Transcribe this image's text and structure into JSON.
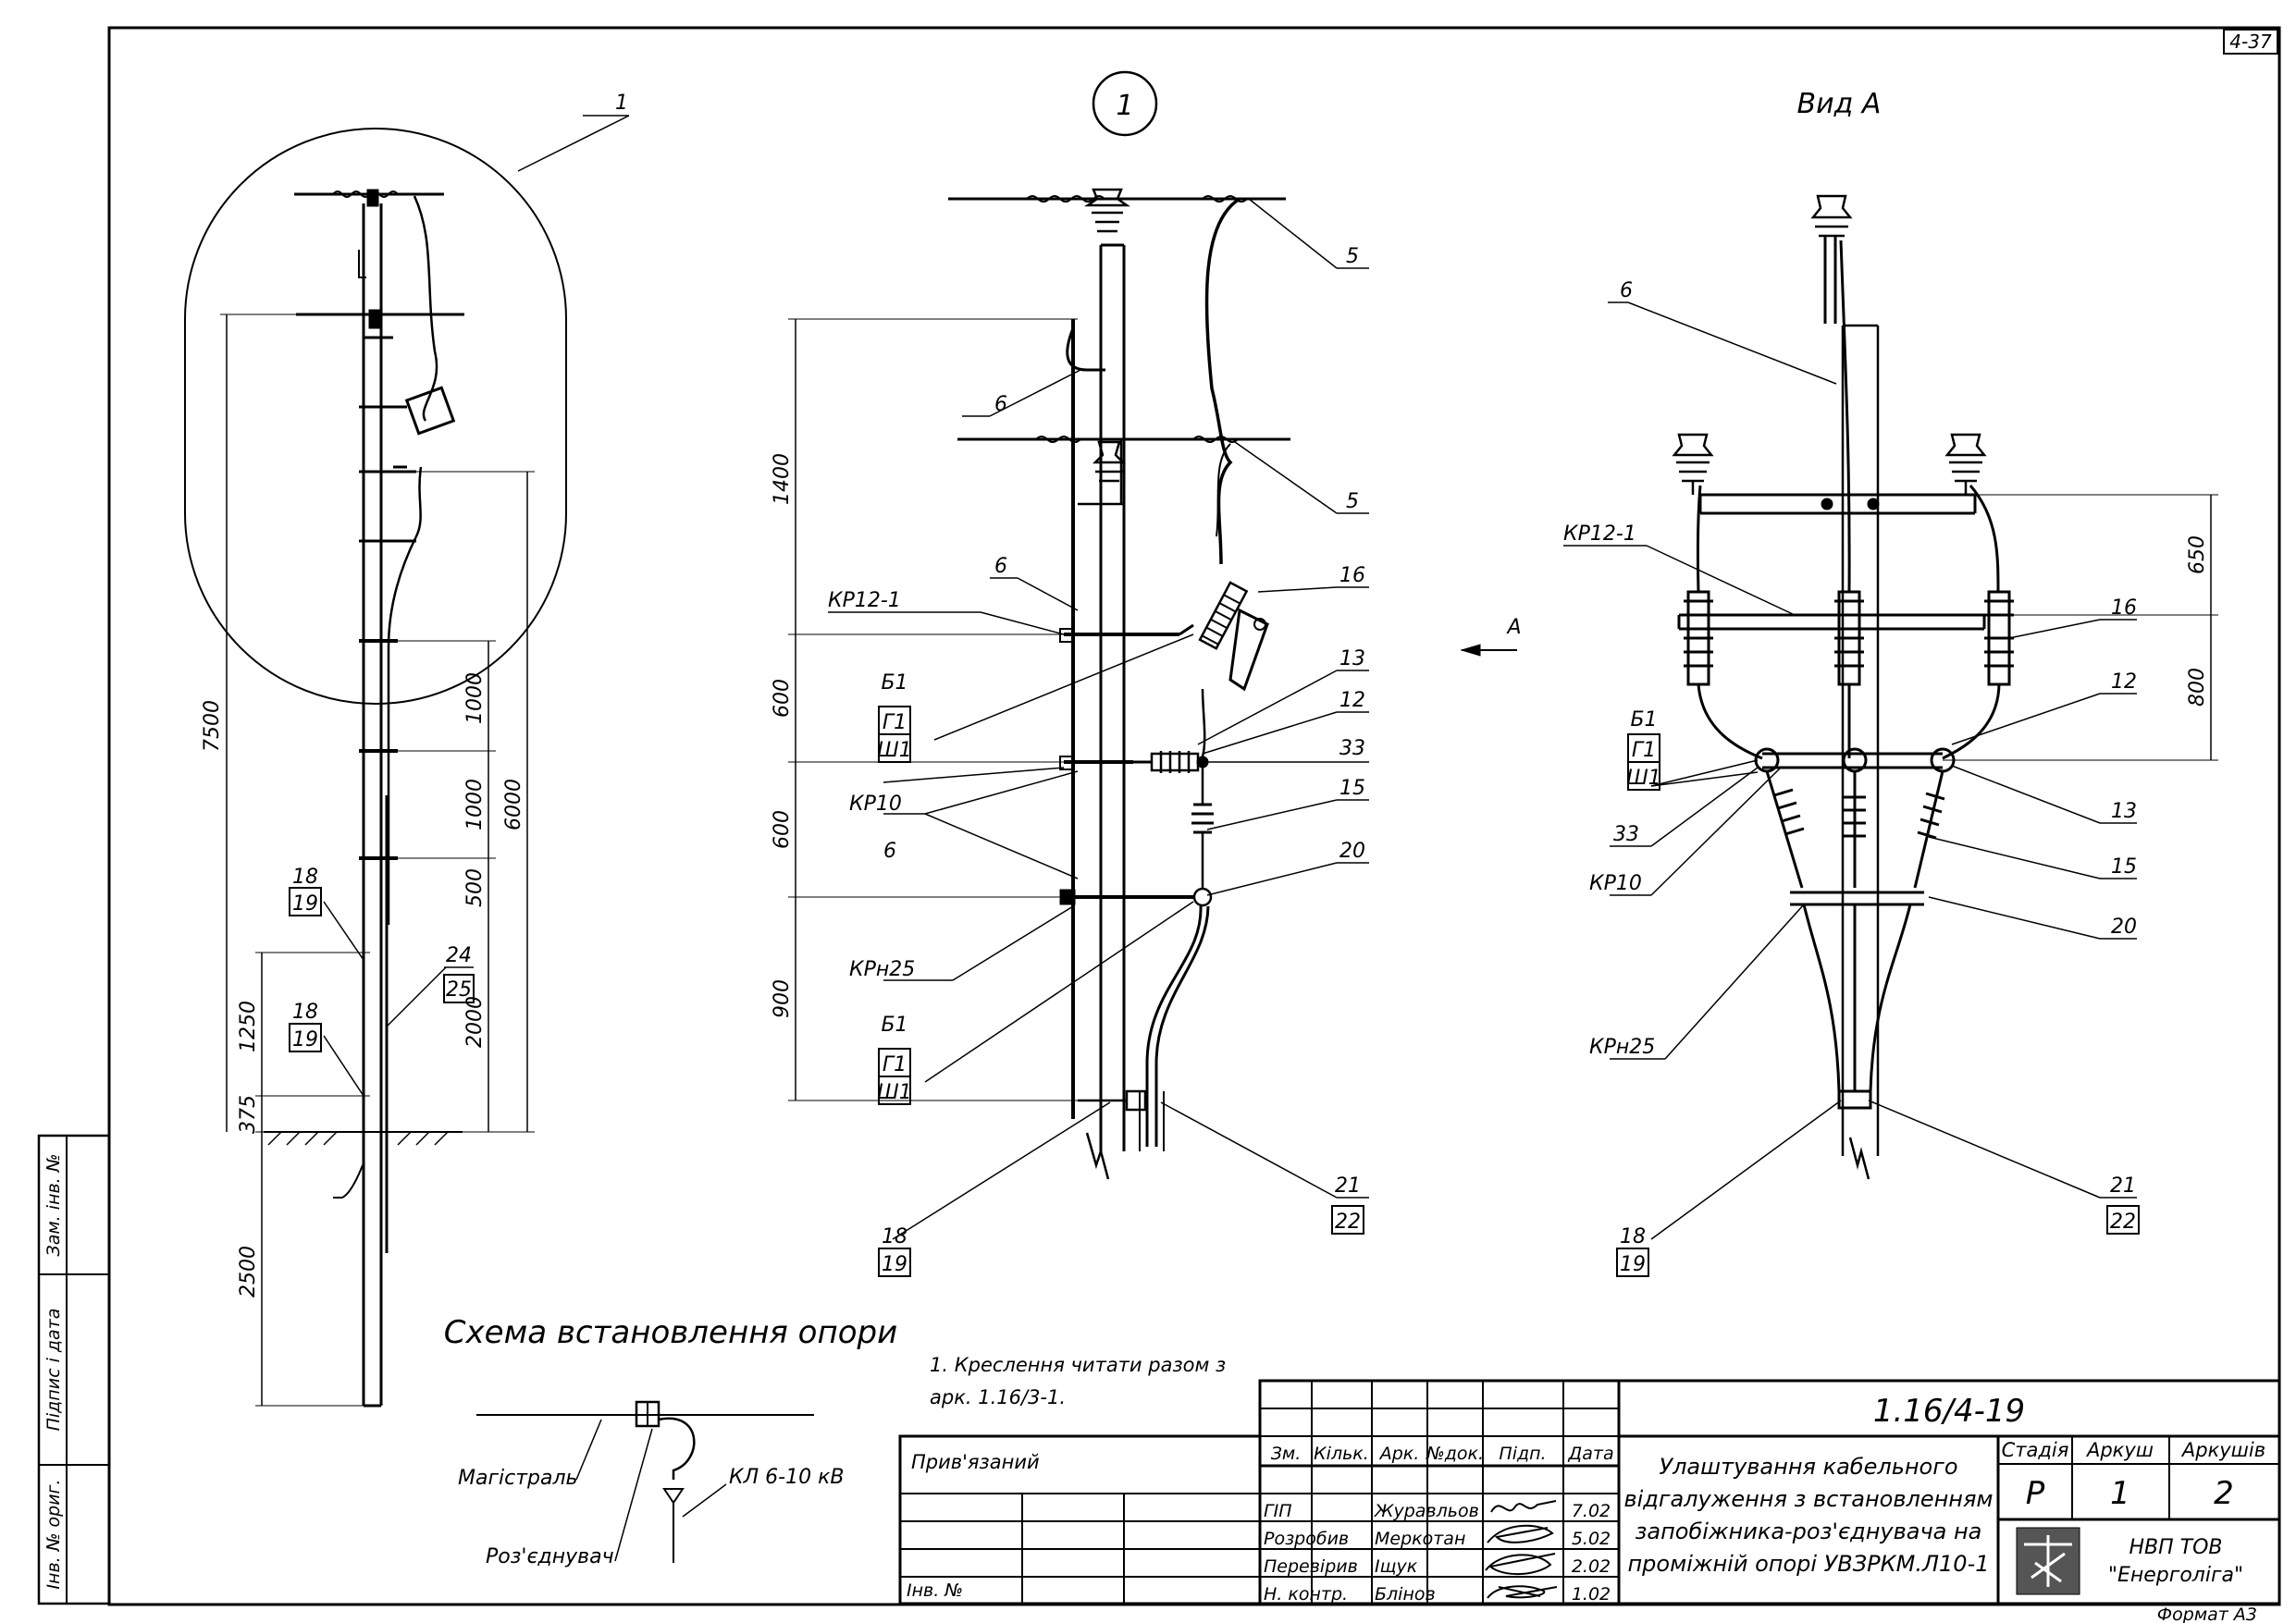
{
  "sheet_ref": "4-37",
  "format": "Формат А3",
  "views": {
    "scheme_title": "Схема встановлення опори",
    "detail_marker": "1",
    "view_a_title": "Вид А",
    "view_arrow_label": "А"
  },
  "scheme_dims": {
    "d7500": "7500",
    "d6000": "6000",
    "d1000a": "1000",
    "d1000b": "1000",
    "d500": "500",
    "d2000": "2000",
    "d1250": "1250",
    "d375": "375",
    "d2500": "2500"
  },
  "scheme_labels": {
    "c1": "1",
    "c18a": "18",
    "c19a": "19",
    "c18b": "18",
    "c19b": "19",
    "c24": "24",
    "c25": "25"
  },
  "detail_dims": {
    "d1400": "1400",
    "d600a": "600",
    "d600b": "600",
    "d900": "900"
  },
  "detail_labels": {
    "c5a": "5",
    "c5b": "5",
    "c6a": "6",
    "c6b": "6",
    "c6c": "6",
    "c16": "16",
    "c13": "13",
    "c12": "12",
    "c33": "33",
    "c15": "15",
    "c20": "20",
    "kr12": "КР12-1",
    "kr10": "КР10",
    "krn25": "КРн25",
    "b1a": "Б1",
    "g1a": "Г1",
    "sh1a": "Ш1",
    "b1b": "Б1",
    "g1b": "Г1",
    "sh1b": "Ш1",
    "c18": "18",
    "c19": "19",
    "c21": "21",
    "c22": "22"
  },
  "view_a_dims": {
    "d650": "650",
    "d800": "800"
  },
  "view_a_labels": {
    "c6": "6",
    "kr12": "КР12-1",
    "c16": "16",
    "c12": "12",
    "b1": "Б1",
    "g1": "Г1",
    "sh1": "Ш1",
    "c33": "33",
    "c13": "13",
    "kr10": "КР10",
    "c15": "15",
    "c20": "20",
    "krn25": "КРн25",
    "c18": "18",
    "c19": "19",
    "c21": "21",
    "c22": "22"
  },
  "mini_scheme": {
    "magistral": "Магістраль",
    "kl": "КЛ 6-10 кВ",
    "disconnector": "Роз'єднувач"
  },
  "note": {
    "line1": "1. Креслення читати разом з",
    "line2": "арк. 1.16/3-1."
  },
  "side_stamp": {
    "inv_orig": "Інв. № ориг.",
    "sign_date": "Підпис і дата",
    "repl_inv": "Зам. інв. №"
  },
  "title_block": {
    "doc_code": "1.16/4-19",
    "title_lines": [
      "Улаштування кабельного",
      "відгалуження з встановленням",
      "запобіжника-роз'єднувача на",
      "проміжній опорі УВЗРКМ.Л10-1"
    ],
    "bound": "Прив'язаний",
    "inv_no": "Інв. №",
    "col_headers": [
      "Зм.",
      "Кільк.",
      "Арк.",
      "№док.",
      "Підп.",
      "Дата"
    ],
    "stage_header": "Стадія",
    "sheet_header": "Аркуш",
    "sheets_header": "Аркушів",
    "stage": "Р",
    "sheet": "1",
    "sheets": "2",
    "company_line1": "НВП ТОВ",
    "company_line2": "\"Енерголіга\"",
    "signers": [
      {
        "role": "ГІП",
        "name": "Журавльов",
        "date": "7.02"
      },
      {
        "role": "Розробив",
        "name": "Меркотан",
        "date": "5.02"
      },
      {
        "role": "Перевірив",
        "name": "Іщук",
        "date": "2.02"
      },
      {
        "role": "Н. контр.",
        "name": "Блінов",
        "date": "1.02"
      }
    ]
  }
}
